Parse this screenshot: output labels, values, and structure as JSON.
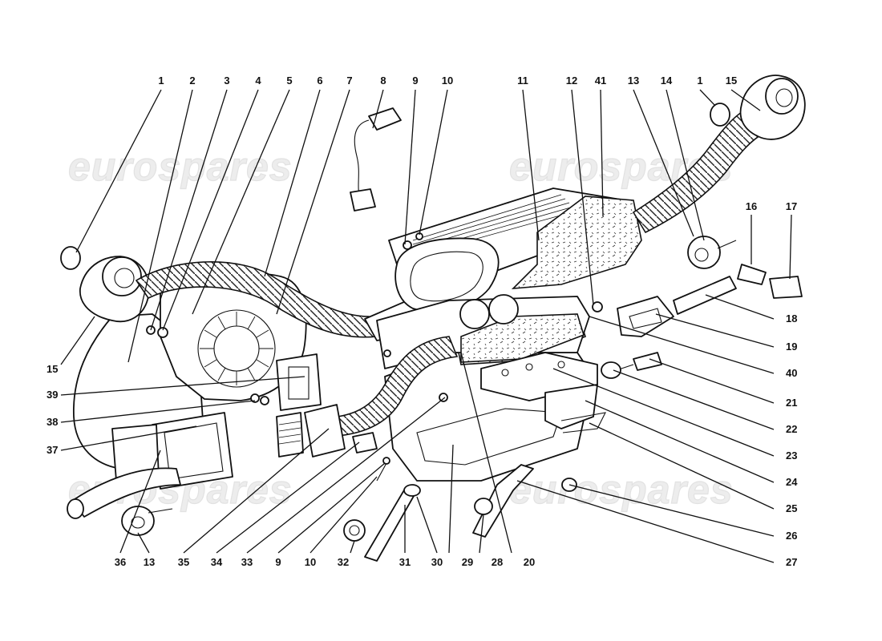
{
  "watermarks": [
    "eurospares",
    "eurospares",
    "eurospares",
    "eurospares"
  ],
  "callouts": [
    {
      "label": "1"
    },
    {
      "label": "2"
    },
    {
      "label": "3"
    },
    {
      "label": "4"
    },
    {
      "label": "5"
    },
    {
      "label": "6"
    },
    {
      "label": "7"
    },
    {
      "label": "8"
    },
    {
      "label": "9"
    },
    {
      "label": "10"
    },
    {
      "label": "11"
    },
    {
      "label": "12"
    },
    {
      "label": "41"
    },
    {
      "label": "13"
    },
    {
      "label": "14"
    },
    {
      "label": "1"
    },
    {
      "label": "15"
    },
    {
      "label": "16"
    },
    {
      "label": "17"
    },
    {
      "label": "18"
    },
    {
      "label": "19"
    },
    {
      "label": "40"
    },
    {
      "label": "21"
    },
    {
      "label": "22"
    },
    {
      "label": "23"
    },
    {
      "label": "24"
    },
    {
      "label": "25"
    },
    {
      "label": "26"
    },
    {
      "label": "27"
    },
    {
      "label": "15"
    },
    {
      "label": "39"
    },
    {
      "label": "38"
    },
    {
      "label": "37"
    },
    {
      "label": "36"
    },
    {
      "label": "13"
    },
    {
      "label": "35"
    },
    {
      "label": "34"
    },
    {
      "label": "33"
    },
    {
      "label": "9"
    },
    {
      "label": "10"
    },
    {
      "label": "32"
    },
    {
      "label": "31"
    },
    {
      "label": "30"
    },
    {
      "label": "29"
    },
    {
      "label": "28"
    },
    {
      "label": "20"
    }
  ]
}
